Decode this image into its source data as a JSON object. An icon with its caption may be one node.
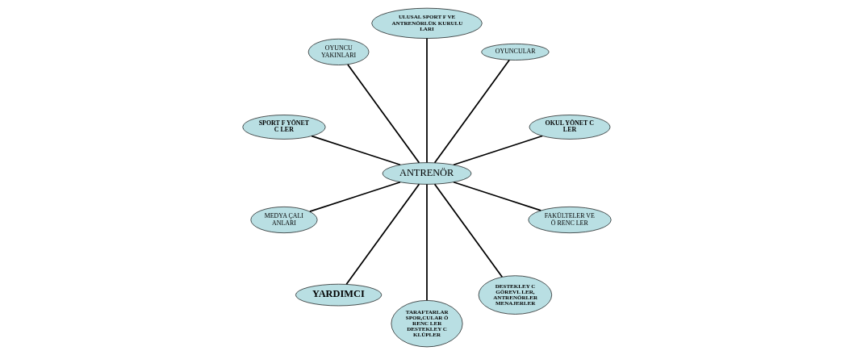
{
  "diagram": {
    "nodes": [
      {
        "text": [
          "OKUL YÖNET C LER"
        ]
      },
      {
        "text": [
          "OYUNCULAR"
        ]
      },
      {
        "text": [
          "ULUSAL SPORT F VE ANTRENÖRLÜK KURULU LARI"
        ]
      },
      {
        "text": [
          "OYUNCU YAKINLARI"
        ]
      },
      {
        "text": [
          "SPORT F YÖNET C LER"
        ]
      },
      {
        "text": [
          "ANTRENÖR"
        ]
      },
      {
        "text": [
          "MEDYA ÇALI ANLARI"
        ]
      },
      {
        "text": [
          "YARDIMCI"
        ]
      },
      {
        "text": [
          "TARAFTARLAR SPOR,CULAR Ö RENC LER DESTEKLEY C KLÜPLER"
        ]
      },
      {
        "text": [
          "DESTEKLEY C GÖREVL LER, ANTRENÖRLER MENAJERLER"
        ]
      },
      {
        "text": [
          "FAKÜLTELER VE Ö RENC LER"
        ]
      }
    ],
    "edges": [
      {
        "from": 5,
        "to": 0,
        "arrow": "none"
      },
      {
        "from": 5,
        "to": 2,
        "arrow": "none"
      },
      {
        "from": 5,
        "to": 4,
        "arrow": "none"
      },
      {
        "from": 5,
        "to": 7,
        "arrow": "none"
      },
      {
        "from": 5,
        "to": 9,
        "arrow": "none"
      },
      {
        "from": 5,
        "to": 10,
        "arrow": "none"
      },
      {
        "from": 5,
        "to": 8,
        "arrow": "none"
      },
      {
        "from": 5,
        "to": 6,
        "arrow": "none"
      },
      {
        "from": 5,
        "to": 3,
        "arrow": "none"
      },
      {
        "from": 5,
        "to": 1,
        "arrow": "none"
      }
    ]
  }
}
